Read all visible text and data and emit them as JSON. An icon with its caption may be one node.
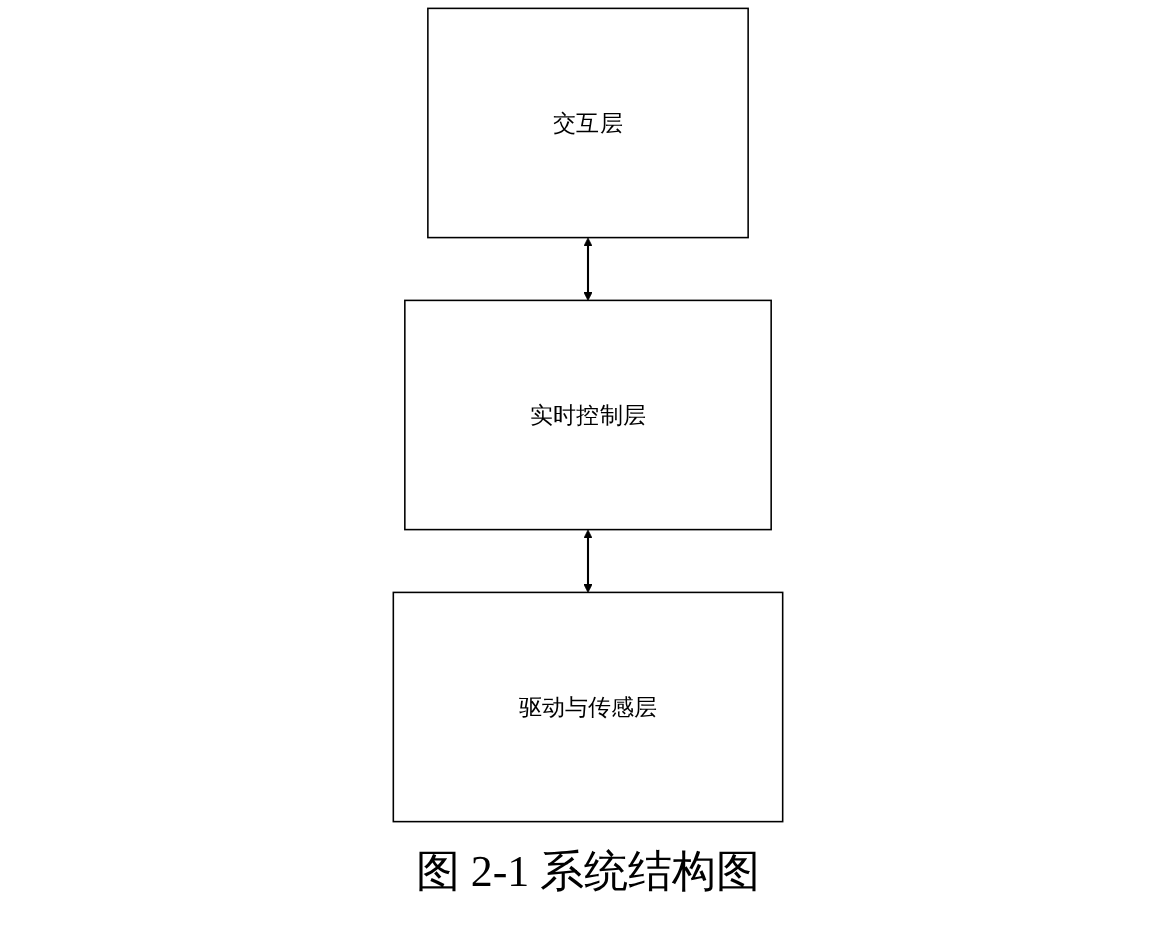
{
  "diagram": {
    "caption": "图 2-1 系统结构图",
    "nodes": [
      {
        "text": [
          "交互层"
        ]
      },
      {
        "text": [
          "实时控制层"
        ]
      },
      {
        "text": [
          "驱动与传感层"
        ]
      }
    ],
    "edges": [
      {
        "from": 0,
        "to": 1,
        "arrow": "both"
      },
      {
        "from": 1,
        "to": 2,
        "arrow": "both"
      }
    ]
  }
}
